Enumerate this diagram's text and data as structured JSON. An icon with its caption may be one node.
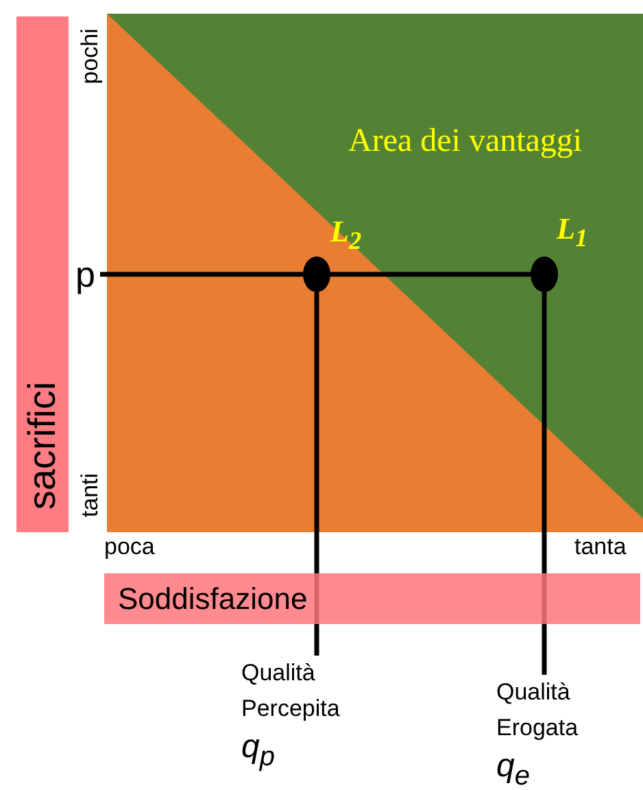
{
  "diagram": {
    "nodes": [
      {
        "text": [
          "sacrifici"
        ]
      },
      {
        "text": [
          "p"
        ]
      },
      {
        "text": [],
        "shape": "circle",
        "beside": [
          "L$_{2}$"
        ]
      },
      {
        "text": [],
        "shape": "circle",
        "beside": [
          "L$_{1}$"
        ]
      },
      {
        "text": [
          "Qualità Percepita",
          "q$_{p}$"
        ]
      },
      {
        "text": [
          "Qualità Erogata",
          "q$_{e}$"
        ]
      }
    ],
    "edges": [
      {
        "from": 1,
        "to": 2,
        "arrow": "none"
      },
      {
        "from": 2,
        "to": 3,
        "arrow": "none"
      },
      {
        "from": 2,
        "to": 4,
        "arrow": "none"
      },
      {
        "from": 3,
        "to": 5,
        "arrow": "none"
      }
    ],
    "labels": [
      "pochi",
      "Area dei vantaggi",
      "tanti",
      "poca",
      "tanta",
      "Soddisfazione"
    ]
  }
}
